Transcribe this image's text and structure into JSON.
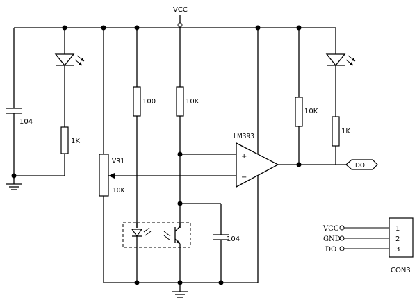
{
  "labels": {
    "vcc_top": "VCC",
    "c1": "104",
    "r_led1": "1K",
    "r_100": "100",
    "r_10k_mid": "10K",
    "vr1_name": "VR1",
    "vr1_value": "10K",
    "ic": "LM393",
    "plus": "+",
    "minus": "−",
    "r_10k_right": "10K",
    "r_led2": "1K",
    "do_port": "DO",
    "c2": "104",
    "conn": {
      "pins": [
        "VCC",
        "GND",
        "DO"
      ],
      "numbers": [
        "1",
        "2",
        "3"
      ],
      "name": "CON3"
    }
  }
}
